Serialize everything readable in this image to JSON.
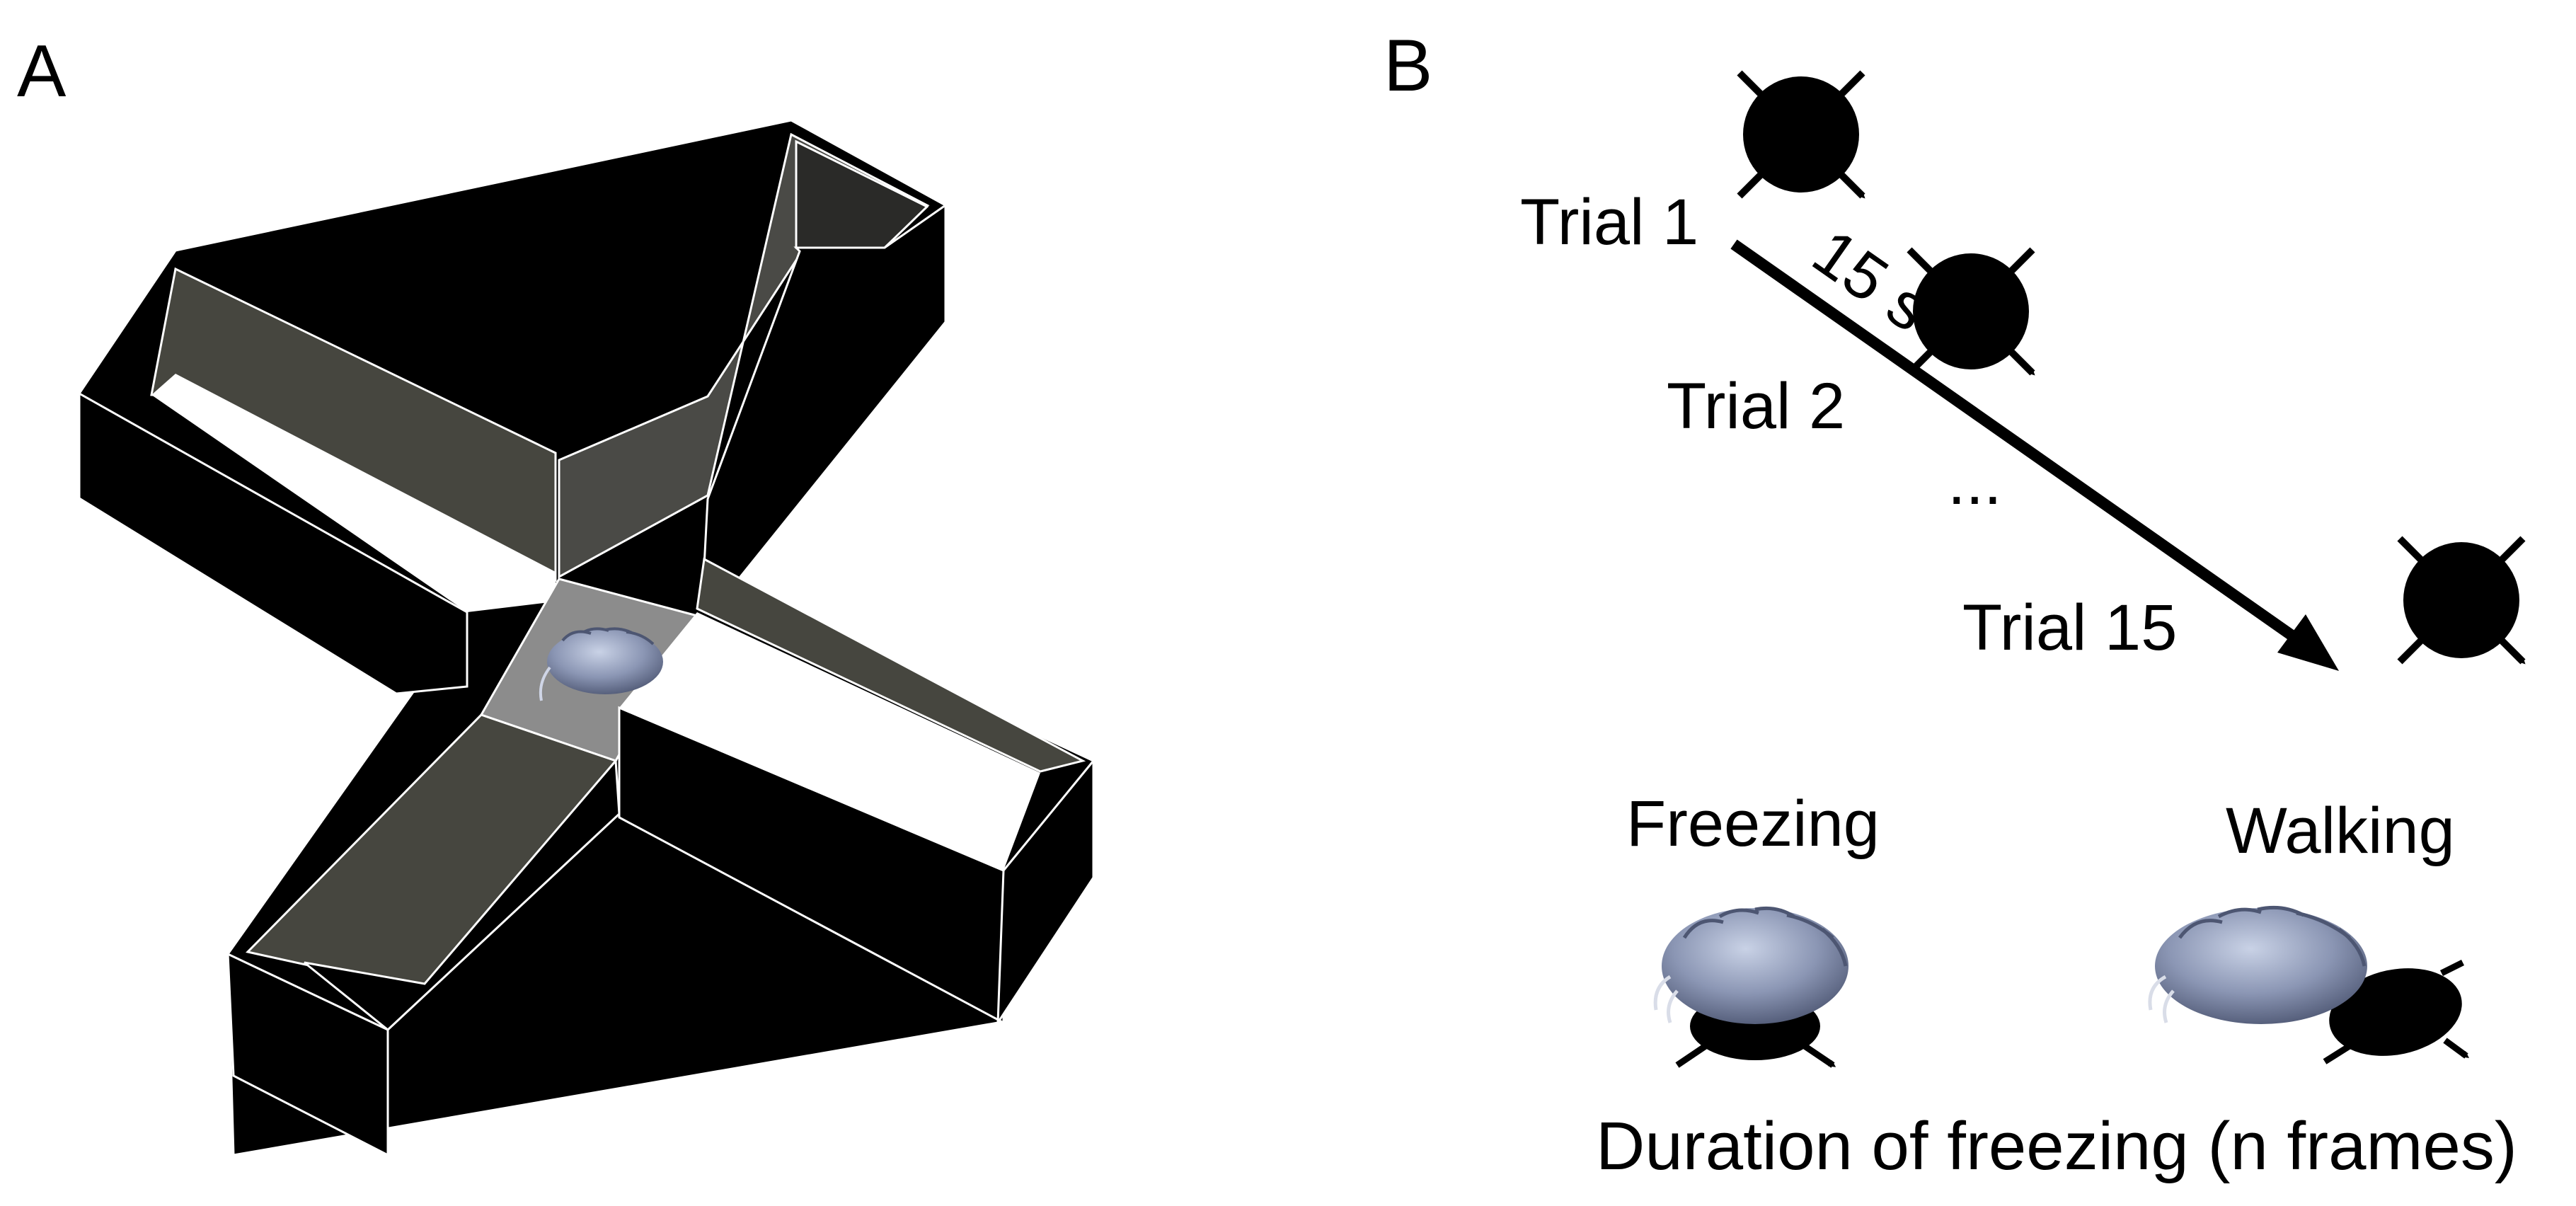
{
  "panel_a": {
    "letter": "A",
    "apparatus": "cross-shaped-maze",
    "colors": {
      "floor": "#000000",
      "inner_wall": "#4a4a46",
      "center": "#8c8c8c"
    }
  },
  "panel_b": {
    "letter": "B",
    "trials": [
      "Trial 1",
      "Trial 2",
      "...",
      "Trial 15"
    ],
    "interval": "15 s",
    "states": {
      "freezing": "Freezing",
      "walking": "Walking"
    },
    "caption": "Duration of freezing (n frames)"
  }
}
